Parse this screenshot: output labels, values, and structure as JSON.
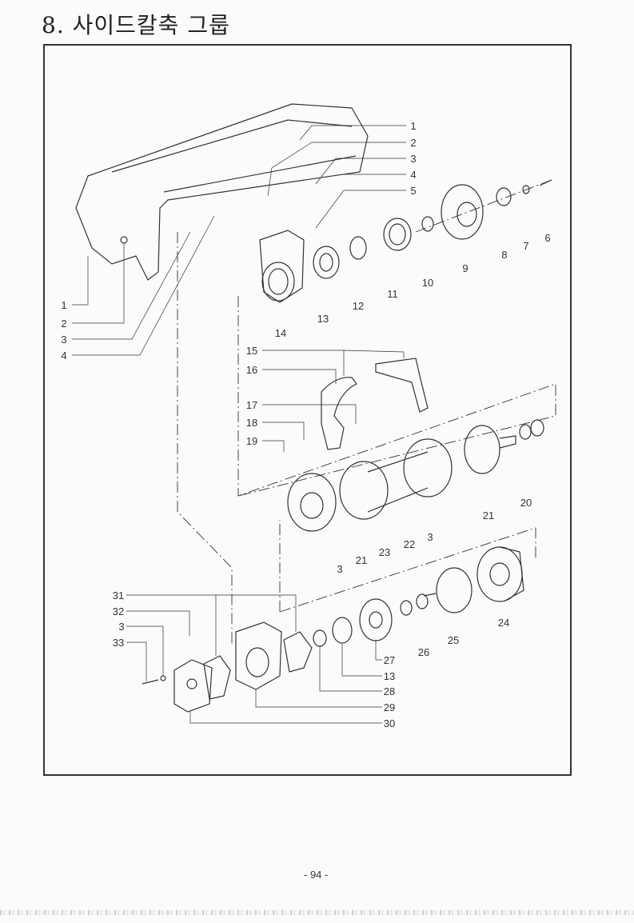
{
  "page": {
    "title": "8. 사이드칼축 그룹",
    "page_number": "- 94 -"
  },
  "diagram": {
    "labels": [
      "1",
      "2",
      "3",
      "4",
      "5",
      "6",
      "7",
      "8",
      "9",
      "10",
      "11",
      "12",
      "13",
      "14",
      "1",
      "2",
      "3",
      "4",
      "15",
      "16",
      "17",
      "18",
      "19",
      "20",
      "21",
      "22",
      "3",
      "3",
      "21",
      "23",
      "24",
      "25",
      "26",
      "27",
      "13",
      "28",
      "29",
      "30",
      "31",
      "32",
      "3",
      "33"
    ]
  }
}
